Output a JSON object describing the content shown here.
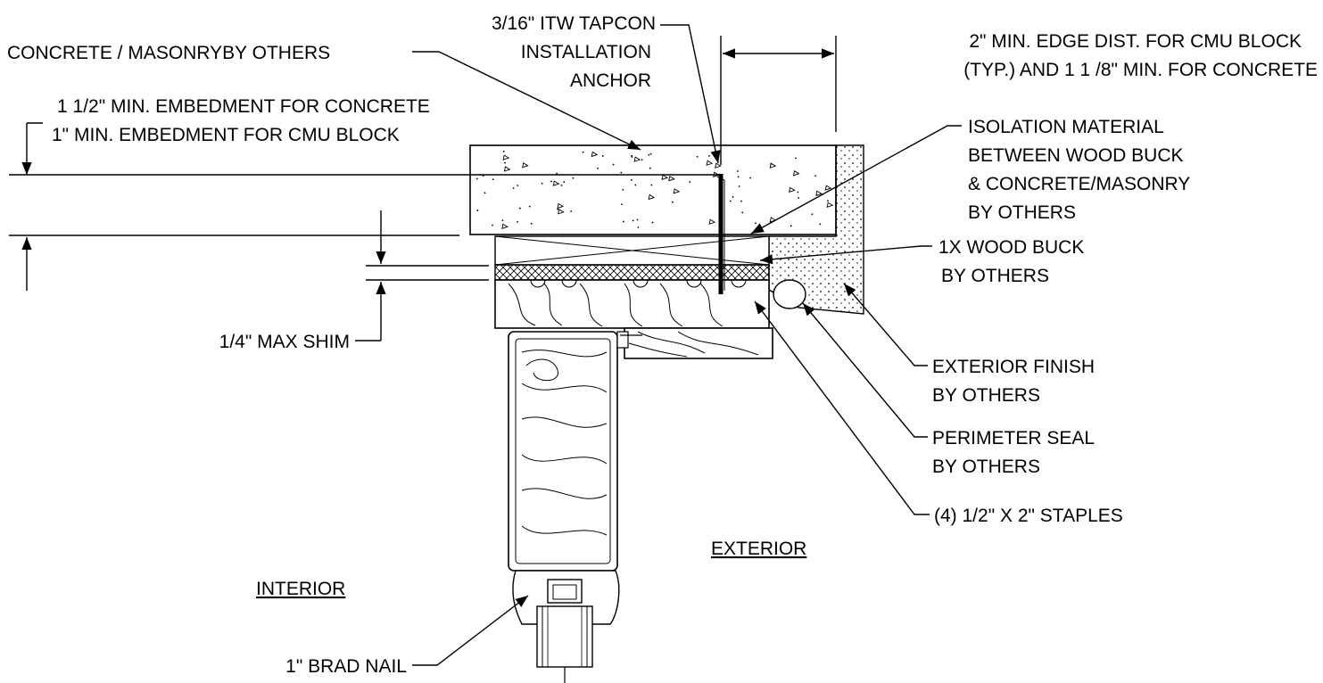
{
  "labels": {
    "concrete_masonry": "CONCRETE / MASONRYBY OTHERS",
    "tapcon_1": "3/16\" ITW TAPCON",
    "tapcon_2": "INSTALLATION",
    "tapcon_3": "ANCHOR",
    "edge_dist_1": "2\" MIN. EDGE DIST. FOR CMU BLOCK",
    "edge_dist_2": "(TYP.) AND 1 1 /8\" MIN. FOR CONCRETE",
    "embed_1": "1 1/2\" MIN. EMBEDMENT FOR CONCRETE",
    "embed_2": "1\" MIN. EMBEDMENT FOR CMU BLOCK",
    "isolation_1": "ISOLATION MATERIAL",
    "isolation_2": "BETWEEN WOOD BUCK",
    "isolation_3": "& CONCRETE/MASONRY",
    "isolation_4": "BY OTHERS",
    "buck_1": "1X WOOD BUCK",
    "buck_2": "BY OTHERS",
    "shim": "1/4\" MAX SHIM",
    "ext_finish_1": "EXTERIOR FINISH",
    "ext_finish_2": "BY OTHERS",
    "seal_1": "PERIMETER SEAL",
    "seal_2": "BY OTHERS",
    "staples": "(4) 1/2\" X 2\" STAPLES",
    "exterior": "EXTERIOR",
    "interior": "INTERIOR",
    "brad_nail": "1\" BRAD NAIL"
  }
}
